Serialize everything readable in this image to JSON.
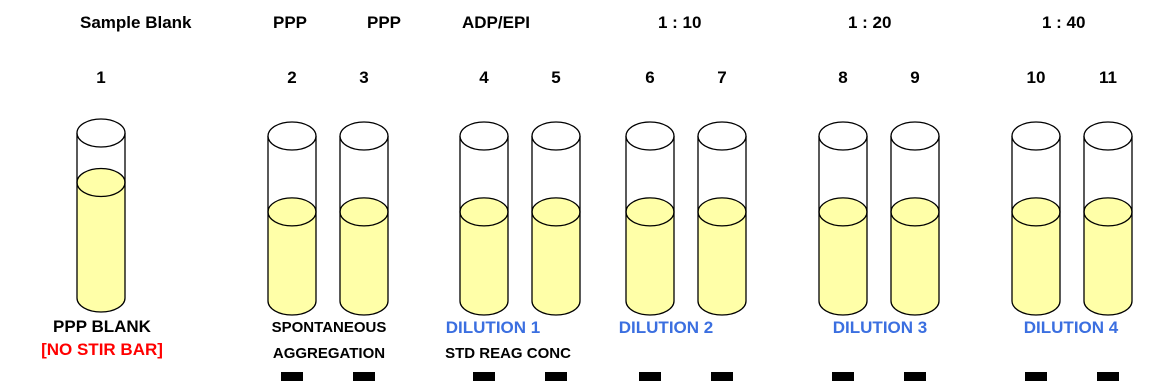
{
  "headers": [
    "Sample Blank",
    "PPP",
    "PPP",
    "ADP/EPI",
    "1 : 10",
    "1 : 20",
    "1 : 40"
  ],
  "tubes": [
    {
      "number": "1",
      "fill_level": 0.7,
      "stir_bar": false
    },
    {
      "number": "2",
      "fill_level": 0.54,
      "stir_bar": true
    },
    {
      "number": "3",
      "fill_level": 0.54,
      "stir_bar": true
    },
    {
      "number": "4",
      "fill_level": 0.54,
      "stir_bar": true
    },
    {
      "number": "5",
      "fill_level": 0.54,
      "stir_bar": true
    },
    {
      "number": "6",
      "fill_level": 0.54,
      "stir_bar": true
    },
    {
      "number": "7",
      "fill_level": 0.54,
      "stir_bar": true
    },
    {
      "number": "8",
      "fill_level": 0.54,
      "stir_bar": true
    },
    {
      "number": "9",
      "fill_level": 0.54,
      "stir_bar": true
    },
    {
      "number": "10",
      "fill_level": 0.54,
      "stir_bar": true
    },
    {
      "number": "11",
      "fill_level": 0.54,
      "stir_bar": true
    }
  ],
  "labels": {
    "ppp_blank": "PPP BLANK",
    "no_stir_bar": "[NO STIR BAR]",
    "spontaneous": "SPONTANEOUS",
    "aggregation": "AGGREGATION",
    "dilution_1": "DILUTION 1",
    "std_reag_conc": "STD REAG CONC",
    "dilution_2": "DILUTION 2",
    "dilution_3": "DILUTION 3",
    "dilution_4": "DILUTION 4"
  },
  "colors": {
    "liquid": "#ffffa8",
    "outline": "#000000",
    "dilution_label": "#3b6fe0",
    "warning_label": "#ff0000",
    "stir_bar": "#000000"
  }
}
